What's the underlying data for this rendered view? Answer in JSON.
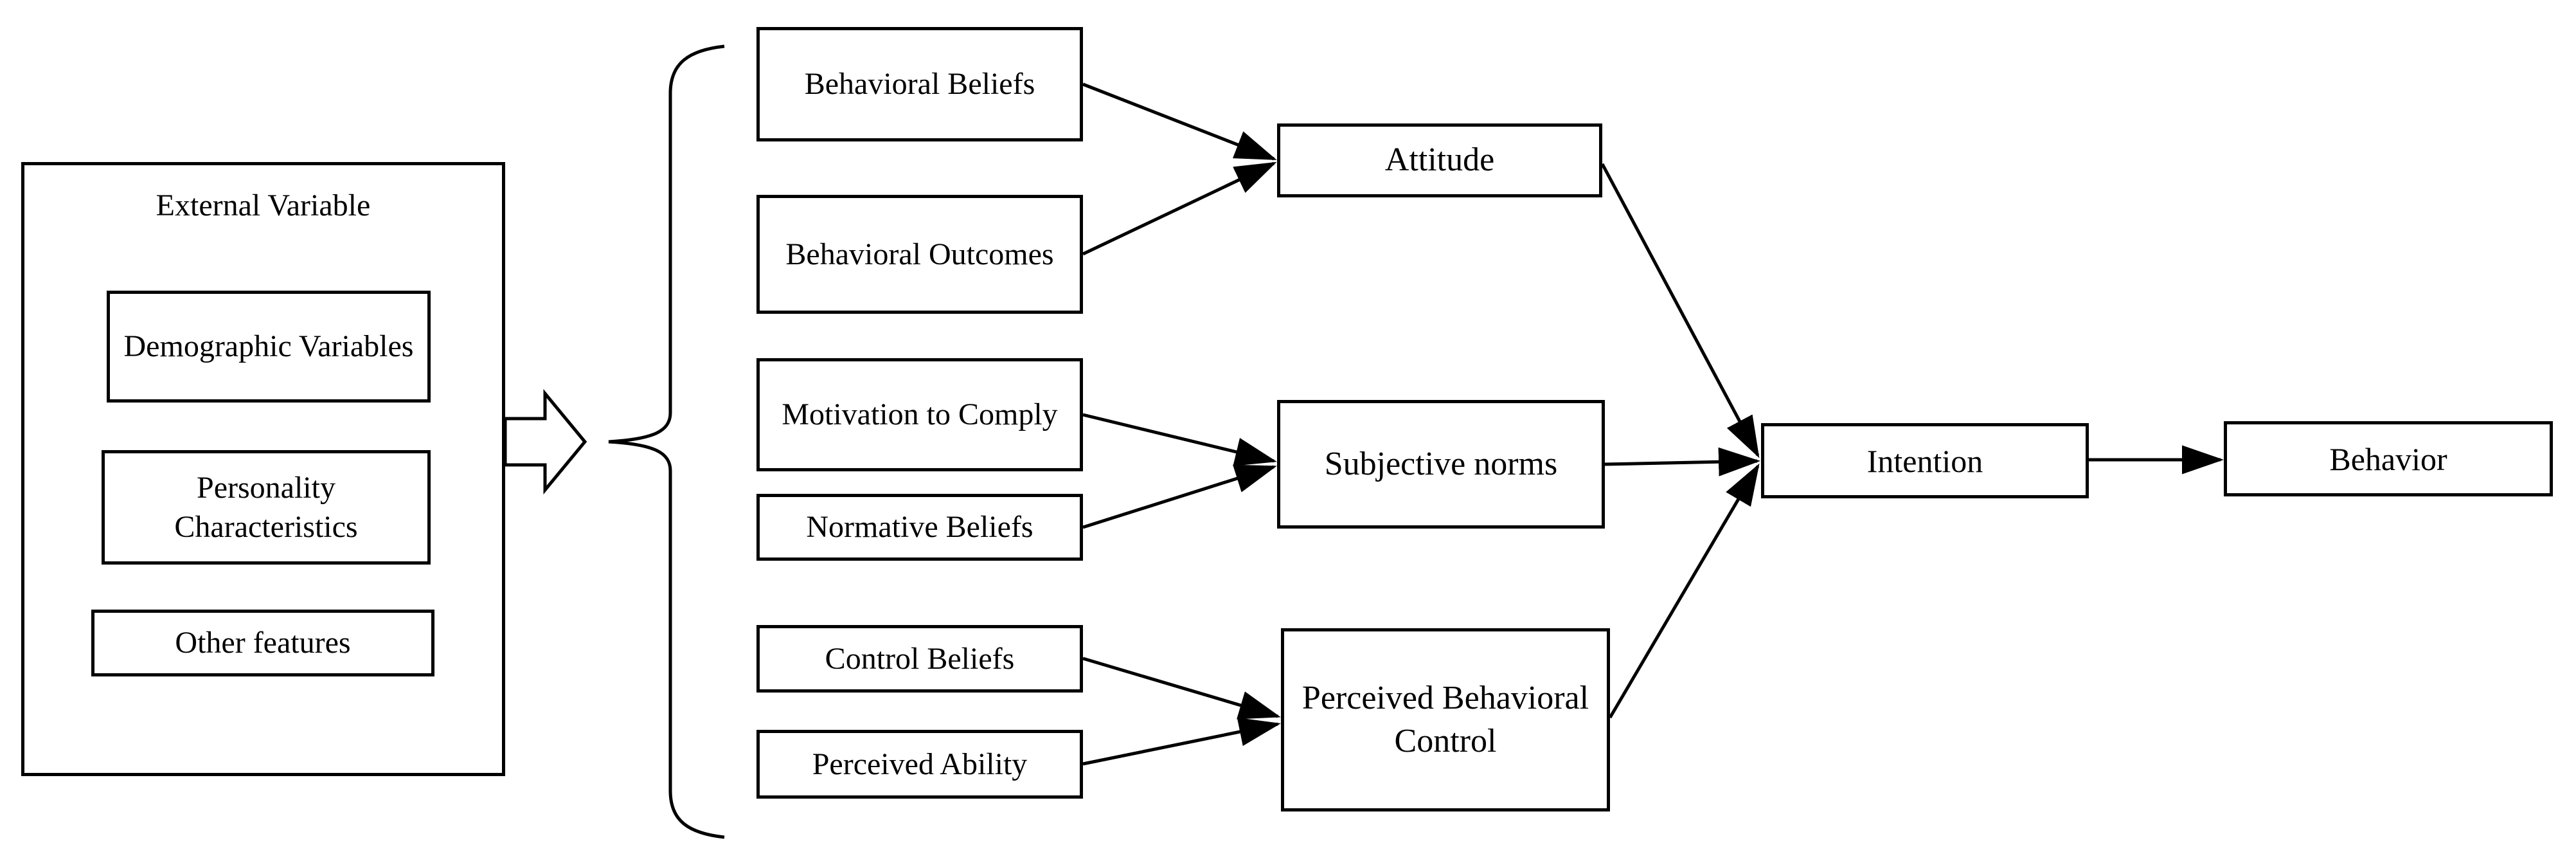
{
  "diagram": {
    "type": "flow-diagram",
    "model": "Theory of Planned Behavior structural diagram",
    "colors": {
      "line": "#000000",
      "background": "#ffffff",
      "box_fill": "#ffffff"
    },
    "nodes": {
      "external_variable": "External Variable",
      "demographic_variables": "Demographic Variables",
      "personality_characteristics": "Personality Characteristics",
      "other_features": "Other features",
      "behavioral_beliefs": "Behavioral Beliefs",
      "behavioral_outcomes": "Behavioral Outcomes",
      "motivation_to_comply": "Motivation to Comply",
      "normative_beliefs": "Normative Beliefs",
      "control_beliefs": "Control Beliefs",
      "perceived_ability": "Perceived Ability",
      "attitude": "Attitude",
      "subjective_norms": "Subjective norms",
      "perceived_behavioral_control": "Perceived Behavioral Control",
      "intention": "Intention",
      "behavior": "Behavior"
    },
    "groups": {
      "external_variable_children": [
        "Demographic Variables",
        "Personality Characteristics",
        "Other features"
      ],
      "brace_grouped_sources": [
        "Behavioral Beliefs",
        "Behavioral Outcomes",
        "Motivation to Comply",
        "Normative Beliefs",
        "Control Beliefs",
        "Perceived Ability"
      ]
    },
    "edges": [
      {
        "from": "External Variable",
        "to": "belief group (brace)",
        "style": "block-arrow"
      },
      {
        "from": "Behavioral Beliefs",
        "to": "Attitude",
        "style": "arrow"
      },
      {
        "from": "Behavioral Outcomes",
        "to": "Attitude",
        "style": "arrow"
      },
      {
        "from": "Motivation to Comply",
        "to": "Subjective norms",
        "style": "arrow"
      },
      {
        "from": "Normative Beliefs",
        "to": "Subjective norms",
        "style": "arrow"
      },
      {
        "from": "Control Beliefs",
        "to": "Perceived Behavioral Control",
        "style": "arrow"
      },
      {
        "from": "Perceived Ability",
        "to": "Perceived Behavioral Control",
        "style": "arrow"
      },
      {
        "from": "Attitude",
        "to": "Intention",
        "style": "arrow"
      },
      {
        "from": "Subjective norms",
        "to": "Intention",
        "style": "arrow"
      },
      {
        "from": "Perceived Behavioral Control",
        "to": "Intention",
        "style": "arrow"
      },
      {
        "from": "Intention",
        "to": "Behavior",
        "style": "arrow"
      }
    ]
  }
}
